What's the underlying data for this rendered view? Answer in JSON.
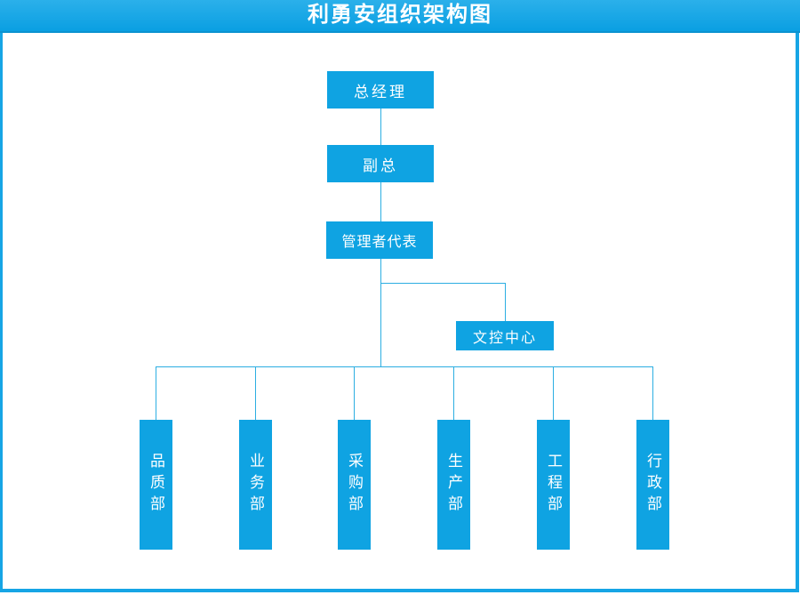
{
  "title": "利勇安组织架构图",
  "colors": {
    "header_bg": "#0aa1e3",
    "box_fill": "#0fa3e2",
    "box_text": "#ffffff",
    "connector_line": "#2caee2",
    "frame_border": "#16a5e5",
    "canvas_bg": "#ffffff"
  },
  "nodes": {
    "general_manager": "总经理",
    "deputy_general_manager": "副总",
    "management_representative": "管理者代表",
    "document_control_center": "文控中心"
  },
  "departments": [
    "品质部",
    "业务部",
    "采购部",
    "生产部",
    "工程部",
    "行政部"
  ]
}
